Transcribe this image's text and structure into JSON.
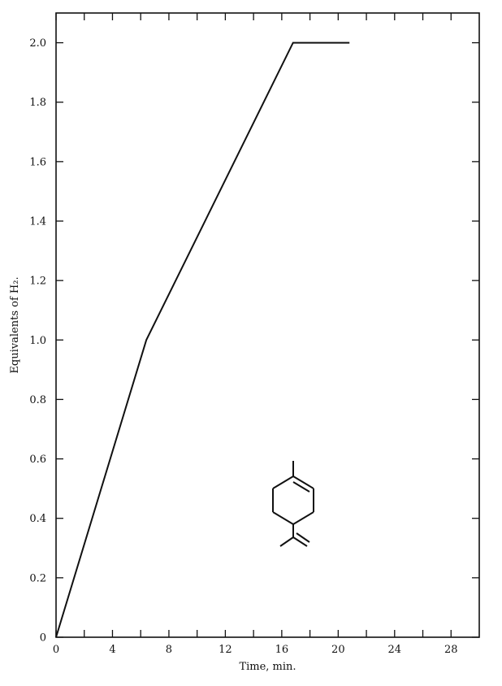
{
  "chart_data": {
    "type": "line",
    "xlabel": "Time, min.",
    "ylabel": "Equivalents of H₂.",
    "xlim": [
      0,
      30
    ],
    "ylim": [
      0,
      2.1
    ],
    "x_ticks": [
      0,
      2,
      4,
      6,
      8,
      10,
      12,
      14,
      16,
      18,
      20,
      22,
      24,
      26,
      28
    ],
    "x_tick_labels": [
      "0",
      "4",
      "8",
      "12",
      "16",
      "20",
      "24",
      "28"
    ],
    "x_tick_label_values": [
      0,
      4,
      8,
      12,
      16,
      20,
      24,
      28
    ],
    "y_ticks": [
      0,
      0.2,
      0.4,
      0.6,
      0.8,
      1.0,
      1.2,
      1.4,
      1.6,
      1.8,
      2.0
    ],
    "y_tick_labels": [
      "0",
      "0.2",
      "0.4",
      "0.6",
      "0.8",
      "1.0",
      "1.2",
      "1.4",
      "1.6",
      "1.8",
      "2.0"
    ],
    "grid": false,
    "series": [
      {
        "x": [
          0,
          6.4,
          16.8,
          20.8
        ],
        "y": [
          0,
          1.0,
          2.0,
          2.0
        ]
      }
    ],
    "inset": "limonene structure (1-methyl-4-isopropenylcyclohexene)",
    "colors": {
      "line": "#111111",
      "axis": "#111111"
    }
  }
}
